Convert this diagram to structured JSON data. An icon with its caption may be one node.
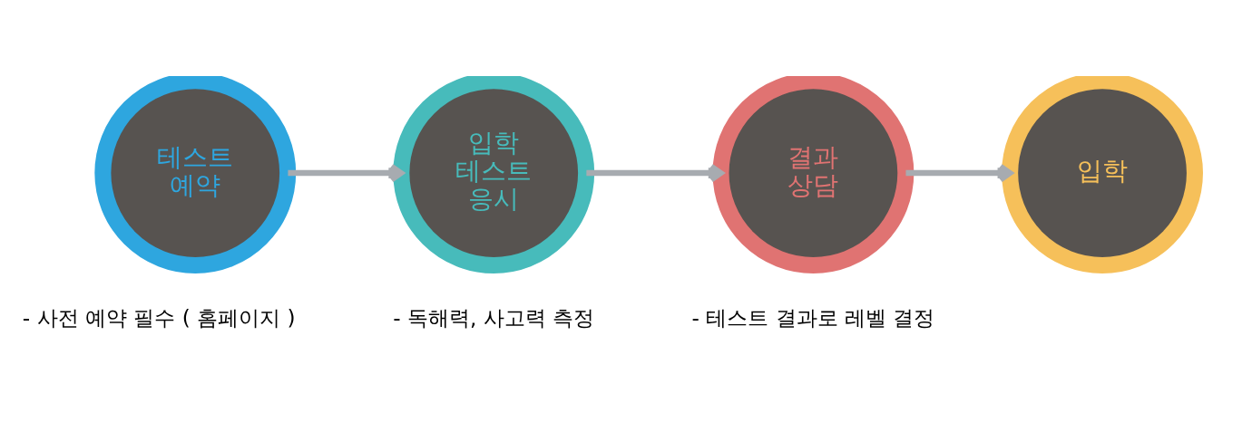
{
  "diagram": {
    "nodes": [
      {
        "text": [
          "테스트 예약"
        ],
        "beside": [
          "- 사전 예약 필수 ( 홈페이지 )"
        ]
      },
      {
        "text": [
          "입학 테스트 응시"
        ],
        "beside": [
          "- 독해력, 사고력 측정"
        ]
      },
      {
        "text": [
          "결과 상담"
        ],
        "beside": [
          "- 테스트 결과로 레벨 결정"
        ]
      },
      {
        "text": [
          "입학"
        ]
      }
    ],
    "edges": [
      {
        "from": 0,
        "to": 1,
        "arrow": "to"
      },
      {
        "from": 1,
        "to": 2,
        "arrow": "to"
      },
      {
        "from": 2,
        "to": 3,
        "arrow": "to"
      }
    ]
  }
}
